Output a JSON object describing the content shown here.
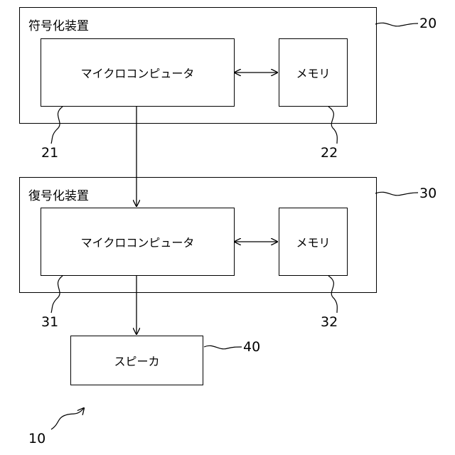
{
  "encoder": {
    "title": "符号化装置",
    "ref": "20",
    "microcomputer": {
      "label": "マイクロコンピュータ",
      "ref": "21"
    },
    "memory": {
      "label": "メモリ",
      "ref": "22"
    }
  },
  "decoder": {
    "title": "復号化装置",
    "ref": "30",
    "microcomputer": {
      "label": "マイクロコンピュータ",
      "ref": "31"
    },
    "memory": {
      "label": "メモリ",
      "ref": "32"
    }
  },
  "speaker": {
    "label": "スピーカ",
    "ref": "40"
  },
  "system_ref": "10"
}
